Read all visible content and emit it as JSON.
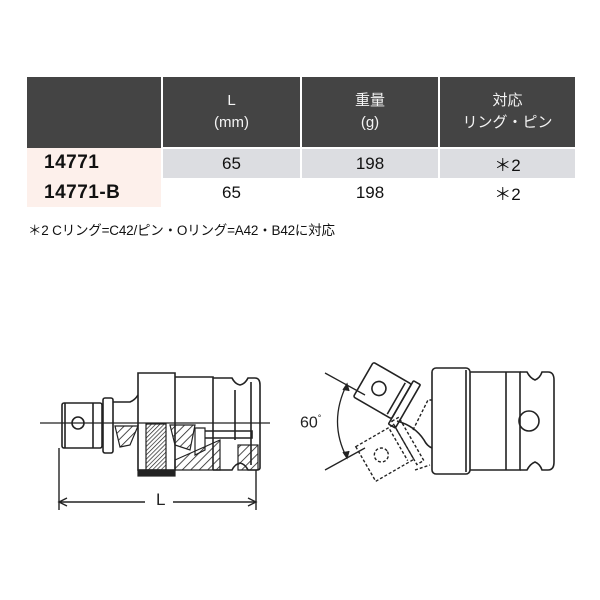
{
  "table": {
    "headers": [
      {
        "line1": "",
        "line2": ""
      },
      {
        "line1": "L",
        "line2": "(mm)"
      },
      {
        "line1": "重量",
        "line2": "(g)"
      },
      {
        "line1": "対応",
        "line2": "リング・ピン"
      }
    ],
    "rows": [
      {
        "model": "14771",
        "length_mm": "65",
        "weight_g": "198",
        "ring_pin": "＊2"
      },
      {
        "model": "14771-B",
        "length_mm": "65",
        "weight_g": "198",
        "ring_pin": "＊2"
      }
    ]
  },
  "footnote": "＊2 Cリング=C42/ピン・Oリング=A42・B42に対応",
  "diagrams": {
    "side_view": {
      "dimension_label": "L"
    },
    "angle_view": {
      "angle_label": "60",
      "angle_unit": "°"
    }
  },
  "colors": {
    "header_bg": "#444444",
    "header_text": "#f4f4f4",
    "model_col_bg": "#fdf0eb",
    "shaded_row_bg": "#dcdde1"
  }
}
